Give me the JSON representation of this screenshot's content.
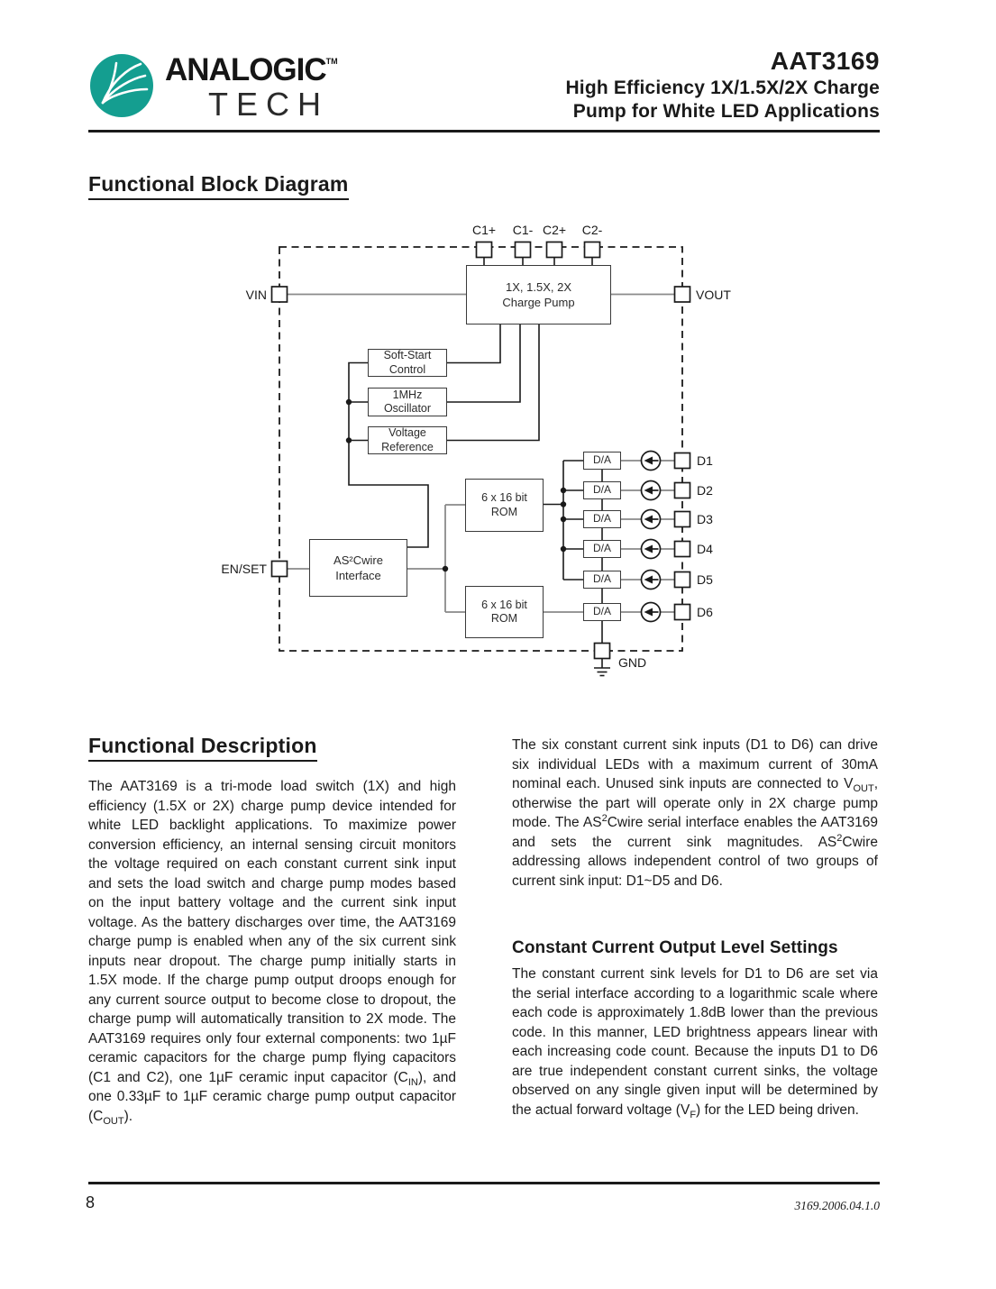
{
  "header": {
    "logo": {
      "word1": "ANALOGIC",
      "tm": "TM",
      "word2": "TECH",
      "brand_color": "#149e90"
    },
    "part_number": "AAT3169",
    "title_line1": "High Efficiency 1X/1.5X/2X Charge",
    "title_line2": "Pump for White LED Applications"
  },
  "section1_heading": "Functional Block Diagram",
  "diagram": {
    "pins": {
      "top": [
        "C1+",
        "C1-",
        "C2+",
        "C2-"
      ],
      "vin": "VIN",
      "vout": "VOUT",
      "enset": "EN/SET",
      "outputs": [
        "D1",
        "D2",
        "D3",
        "D4",
        "D5",
        "D6"
      ],
      "gnd": "GND"
    },
    "blocks": {
      "charge_pump_line1": "1X, 1.5X, 2X",
      "charge_pump_line2": "Charge Pump",
      "soft_start_line1": "Soft-Start",
      "soft_start_line2": "Control",
      "oscillator_line1": "1MHz",
      "oscillator_line2": "Oscillator",
      "vref_line1": "Voltage",
      "vref_line2": "Reference",
      "interface_line1": "AS²Cwire",
      "interface_line2": "Interface",
      "rom_line1": "6 x 16 bit",
      "rom_line2": "ROM",
      "dac": "D/A"
    }
  },
  "section2_heading": "Functional Description",
  "description_left": "The AAT3169 is a tri-mode load switch (1X) and high efficiency (1.5X or 2X) charge pump device intended for white LED backlight applications.  To maximize power conversion efficiency, an internal sensing circuit monitors the voltage required on each constant current sink input and sets the load switch and charge pump modes based on the input battery voltage and the current sink input voltage. As the battery discharges over time, the AAT3169 charge pump is enabled when any of the six current sink inputs near dropout.  The charge pump initially starts in 1.5X mode.  If the charge pump output droops enough for any current source output to become close to dropout, the charge pump will automatically transition to 2X mode. The AAT3169 requires only four external components: two 1µF ceramic capacitors for the charge pump flying capacitors (C1 and C2), one 1µF ceramic input capacitor (C<sub>IN</sub>), and one 0.33µF to 1µF ceramic charge pump output capacitor (C<sub>OUT</sub>).",
  "description_right_p1": "The six constant current sink inputs (D1 to D6) can drive six individual LEDs with a maximum current of 30mA nominal each. Unused sink inputs are connected to V<sub>OUT</sub>, otherwise the part will operate only in 2X charge pump mode. The AS<sup>2</sup>Cwire serial interface enables the AAT3169 and sets the current sink magnitudes.  AS<sup>2</sup>Cwire addressing allows independent control of two groups of current sink input: D1~D5 and D6.",
  "section3_heading": "Constant Current Output Level Settings",
  "description_right_p2": "The constant current sink levels for D1 to D6 are set via the serial interface according to a logarithmic scale where each code is approximately 1.8dB lower than the previous code.  In this manner, LED brightness appears linear with each increasing code count.  Because the inputs D1 to D6 are true independent constant current sinks, the voltage observed on any single given input will be determined by the actual forward voltage (V<sub>F</sub>) for the LED being driven.",
  "footer": {
    "page_number": "8",
    "doc_code": "3169.2006.04.1.0"
  }
}
